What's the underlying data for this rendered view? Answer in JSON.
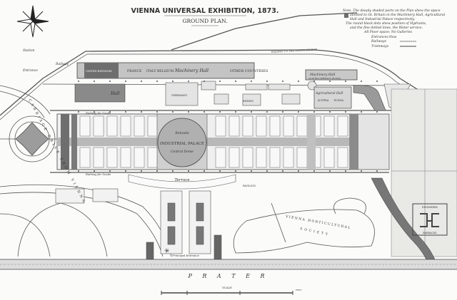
{
  "title": "VIENNA UNIVERSAL EXHIBITION, 1873.",
  "subtitle": "GROUND PLAN.",
  "legend": {
    "note_lines": [
      "Note. The deeply shaded parts on the Plan shew the space",
      "allotted to Gt. Britain in the Machinery Hall, Agricultural",
      "Hall and Industrial Palace respectively.",
      "The round black dots shew position of Hydrants,",
      "and the fine dotted lines, the Water service.",
      "All Floor space; No Galleries"
    ],
    "entrances": "Entrances thus",
    "railways": "Railways",
    "tramways": "Tramways"
  },
  "labels": {
    "station": "Station",
    "entrance": "Entrance",
    "railway": "Railway",
    "railway_north": "RAILWAY TO THE NORTH STATION",
    "carriage_drive": "CARRIAGE DRIVE FROM VIENNA",
    "united_kingdom": "UNITED KINGDOM",
    "france": "FRANCE",
    "italy": "ITALY",
    "belgium": "BELGIUM",
    "machinery_hall": "Machinery Hall",
    "other_countries": "OTHER COUNTRIES",
    "machinery_hall_east": "Machinery Hall",
    "machinery_east_countries": "AUSTRIA GERMANY RUSSIA",
    "hall_west": "Hall",
    "germany": "GERMANY",
    "mines": "MINES",
    "agricultural_hall": "Agricultural Hall",
    "austria": "AUSTRIA",
    "russia": "RUSSIA",
    "railway_goods_top": "Railway for Goods",
    "railway_goods_bottom": "Railway for Goods",
    "rotunda": "Rotunda",
    "industrial_palace": "INDUSTRIAL PALACE",
    "central_dome": "Central Dome",
    "terrace": "Terrace",
    "pavilion": "PAVILION",
    "principal_entrance": "Principal Entrance",
    "horticultural": "VIENNA HORTICULTURAL",
    "society": "SOCIETY",
    "engineers": "ENGINEERS",
    "barracks": "BARRACKS",
    "prater": "P R A T E R",
    "scale": "SCALE",
    "scale_unit": "FEET"
  },
  "colors": {
    "ink": "#333333",
    "british_shading": "#6e6e6e",
    "light_shading": "#b8b8b8",
    "paper": "#fbfbfa"
  },
  "icons": [
    "compass-rose-icon",
    "hydrant-dot-icon",
    "entrance-star-icon"
  ]
}
